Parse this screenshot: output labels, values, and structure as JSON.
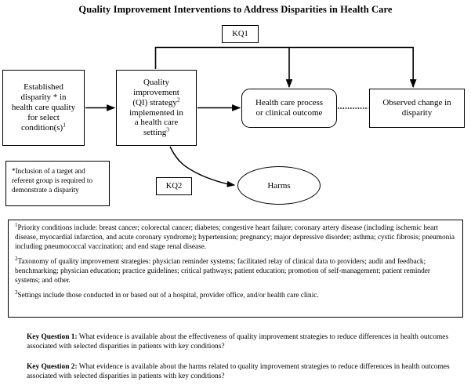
{
  "title": "Quality Improvement Interventions to Address Disparities in Health Care",
  "nodes": {
    "established": {
      "name": "established-disparity-box",
      "line1": "Established",
      "line2": "disparity * in",
      "line3": "health care quality",
      "line4": "for select",
      "line5": "condition(s)",
      "sup5": "1"
    },
    "qi": {
      "name": "qi-strategy-box",
      "line1": "Quality",
      "line2": "improvement",
      "line3": "(QI) strategy",
      "sup3": "2",
      "line4": "implemented in",
      "line5": "a health care",
      "line6": "setting",
      "sup6": "3"
    },
    "process": {
      "name": "health-care-process-box",
      "line1": "Health care process",
      "line2": "or clinical outcome"
    },
    "observed": {
      "name": "observed-change-box",
      "line1": "Observed change in",
      "line2": "disparity"
    },
    "harms": {
      "name": "harms-ellipse",
      "label": "Harms"
    },
    "kq1": {
      "label": "KQ1"
    },
    "kq2": {
      "label": "KQ2"
    }
  },
  "inclusion_note": "*Inclusion of a target and referent group is required to demonstrate a disparity",
  "footnotes": [
    {
      "marker": "1",
      "text": "Priority conditions include: breast cancer; colorectal cancer; diabetes; congestive heart failure; coronary artery disease (including ischemic heart disease, myocardial infarction, and acute coronary syndrome); hypertension; pregnancy; major depressive disorder; asthma; cystic fibrosis; pneumonia including pneumococcal vaccination; and end stage renal disease."
    },
    {
      "marker": "2",
      "text": "Taxonomy of quality improvement strategies: physician reminder systems; facilitated relay of clinical data to providers; audit and feedback; benchmarking; physician education; practice guidelines; critical pathways; patient education; promotion of self-management; patient reminder systems; and other."
    },
    {
      "marker": "3",
      "text": "Settings include those conducted in or based out of a hospital, provider office, and/or health care clinic."
    }
  ],
  "key_questions": [
    {
      "label": "Key Question 1:",
      "text": " What evidence is available about the effectiveness of quality improvement strategies to reduce differences in health outcomes associated with selected disparities in patients with key conditions?"
    },
    {
      "label": "Key Question 2:",
      "text": " What evidence is available about the harms related to quality improvement strategies to reduce differences in health outcomes associated with selected disparities in patients with key conditions?"
    }
  ],
  "colors": {
    "line": "#000000",
    "background": "#ffffff"
  }
}
